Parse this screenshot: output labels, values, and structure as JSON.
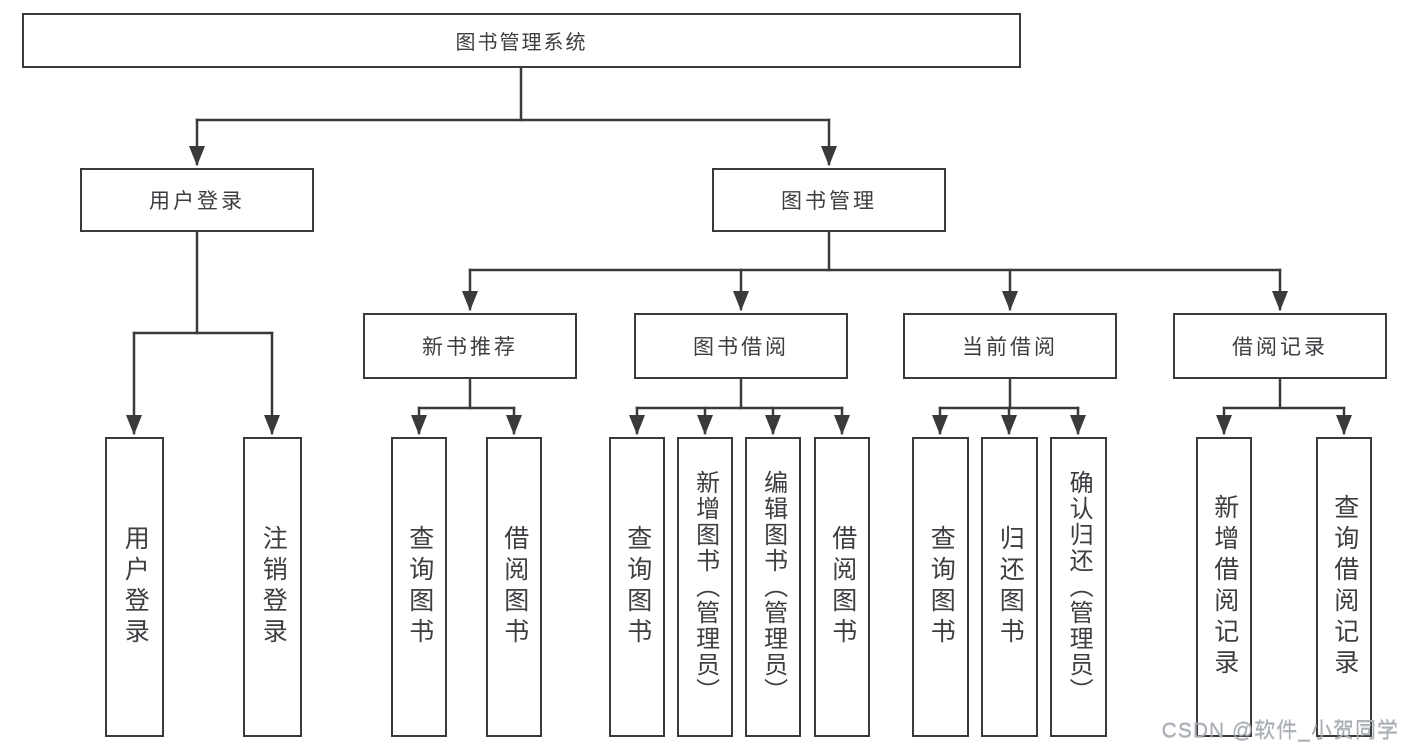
{
  "colors": {
    "line": "#3a3a3a",
    "text": "#3d3d42",
    "background": "#ffffff",
    "watermark": "#a9aeb6"
  },
  "watermark": {
    "text": "CSDN @软件_小贺同学"
  },
  "tree": {
    "root": {
      "label": "图书管理系统",
      "children": [
        {
          "label": "用户登录",
          "children": [
            {
              "label": "用户登录"
            },
            {
              "label": "注销登录"
            }
          ]
        },
        {
          "label": "图书管理",
          "children": [
            {
              "label": "新书推荐",
              "children": [
                {
                  "label": "查询图书"
                },
                {
                  "label": "借阅图书"
                }
              ]
            },
            {
              "label": "图书借阅",
              "children": [
                {
                  "label": "查询图书"
                },
                {
                  "label": "新增图书（管理员）"
                },
                {
                  "label": "编辑图书（管理员）"
                },
                {
                  "label": "借阅图书"
                }
              ]
            },
            {
              "label": "当前借阅",
              "children": [
                {
                  "label": "查询图书"
                },
                {
                  "label": "归还图书"
                },
                {
                  "label": "确认归还（管理员）"
                }
              ]
            },
            {
              "label": "借阅记录",
              "children": [
                {
                  "label": "新增借阅记录"
                },
                {
                  "label": "查询借阅记录"
                }
              ]
            }
          ]
        }
      ]
    }
  }
}
